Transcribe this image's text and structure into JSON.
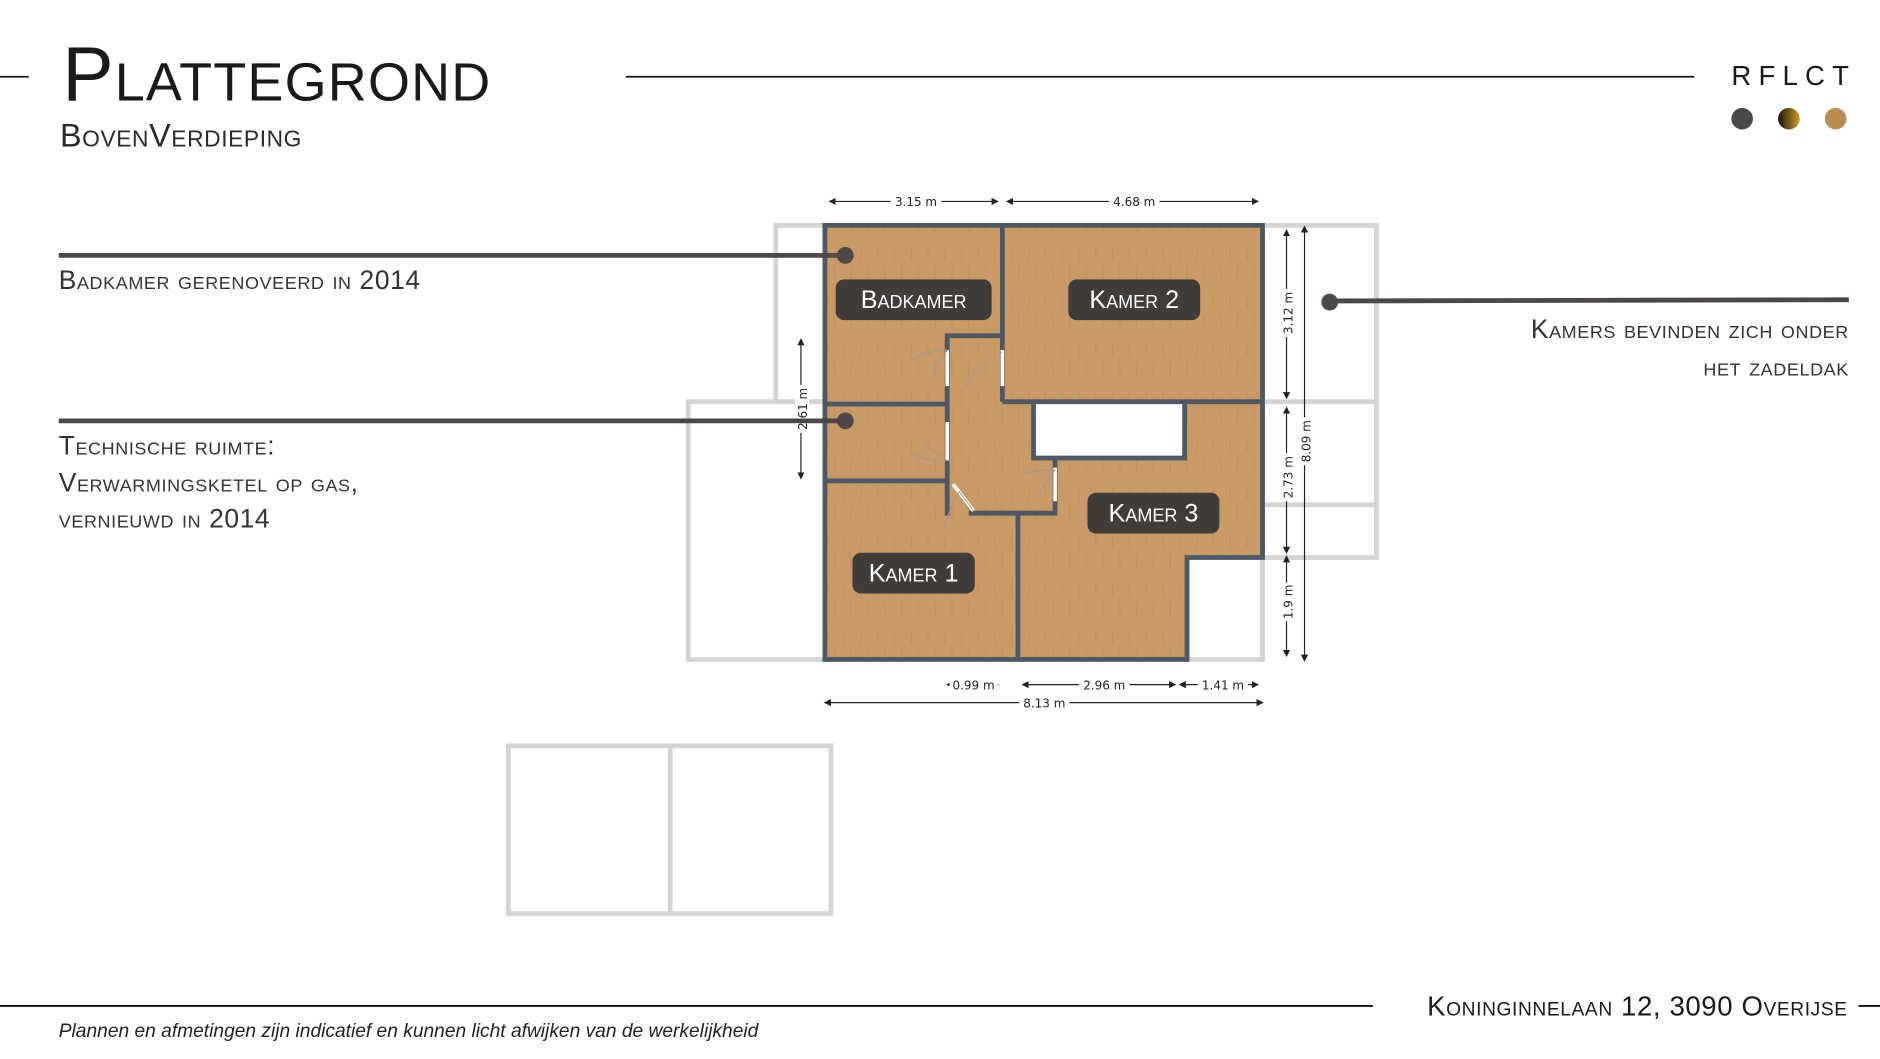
{
  "header": {
    "title": "Plattegrond",
    "subtitle": "BovenVerdieping",
    "brand": "RFLCT"
  },
  "brand_colors": [
    "#4b4847",
    "#b8860b",
    "#b98d4f"
  ],
  "annotations": {
    "bathroom": "Badkamer gerenoveerd in 2014",
    "technical": [
      "Technische ruimte:",
      "Verwarmingsketel op gas,",
      "vernieuwd in 2014"
    ],
    "rooms": [
      "Kamers bevinden zich onder",
      "het zadeldak"
    ]
  },
  "floorplan": {
    "rooms": {
      "bathroom": "Badkamer",
      "room2": "Kamer 2",
      "room3": "Kamer 3",
      "room1": "Kamer 1"
    },
    "dimensions": {
      "top_left": "3.15 m",
      "top_right": "4.68 m",
      "bottom_a": "0.99 m",
      "bottom_b": "2.96 m",
      "bottom_c": "1.41 m",
      "bottom_total": "8.13 m",
      "right_a": "3.12 m",
      "right_b": "2.73 m",
      "right_c": "1.9 m",
      "right_total": "8.09 m",
      "left": "2.61 m"
    },
    "colors": {
      "floor": "#c99a66",
      "wall": "#4c5964",
      "label_bg": "#403c3a",
      "outline": "#d2d4d6"
    }
  },
  "footer": {
    "address": "Koninginnelaan 12, 3090 Overijse",
    "disclaimer": "Plannen en afmetingen zijn indicatief en kunnen licht afwijken van de werkelijkheid"
  }
}
